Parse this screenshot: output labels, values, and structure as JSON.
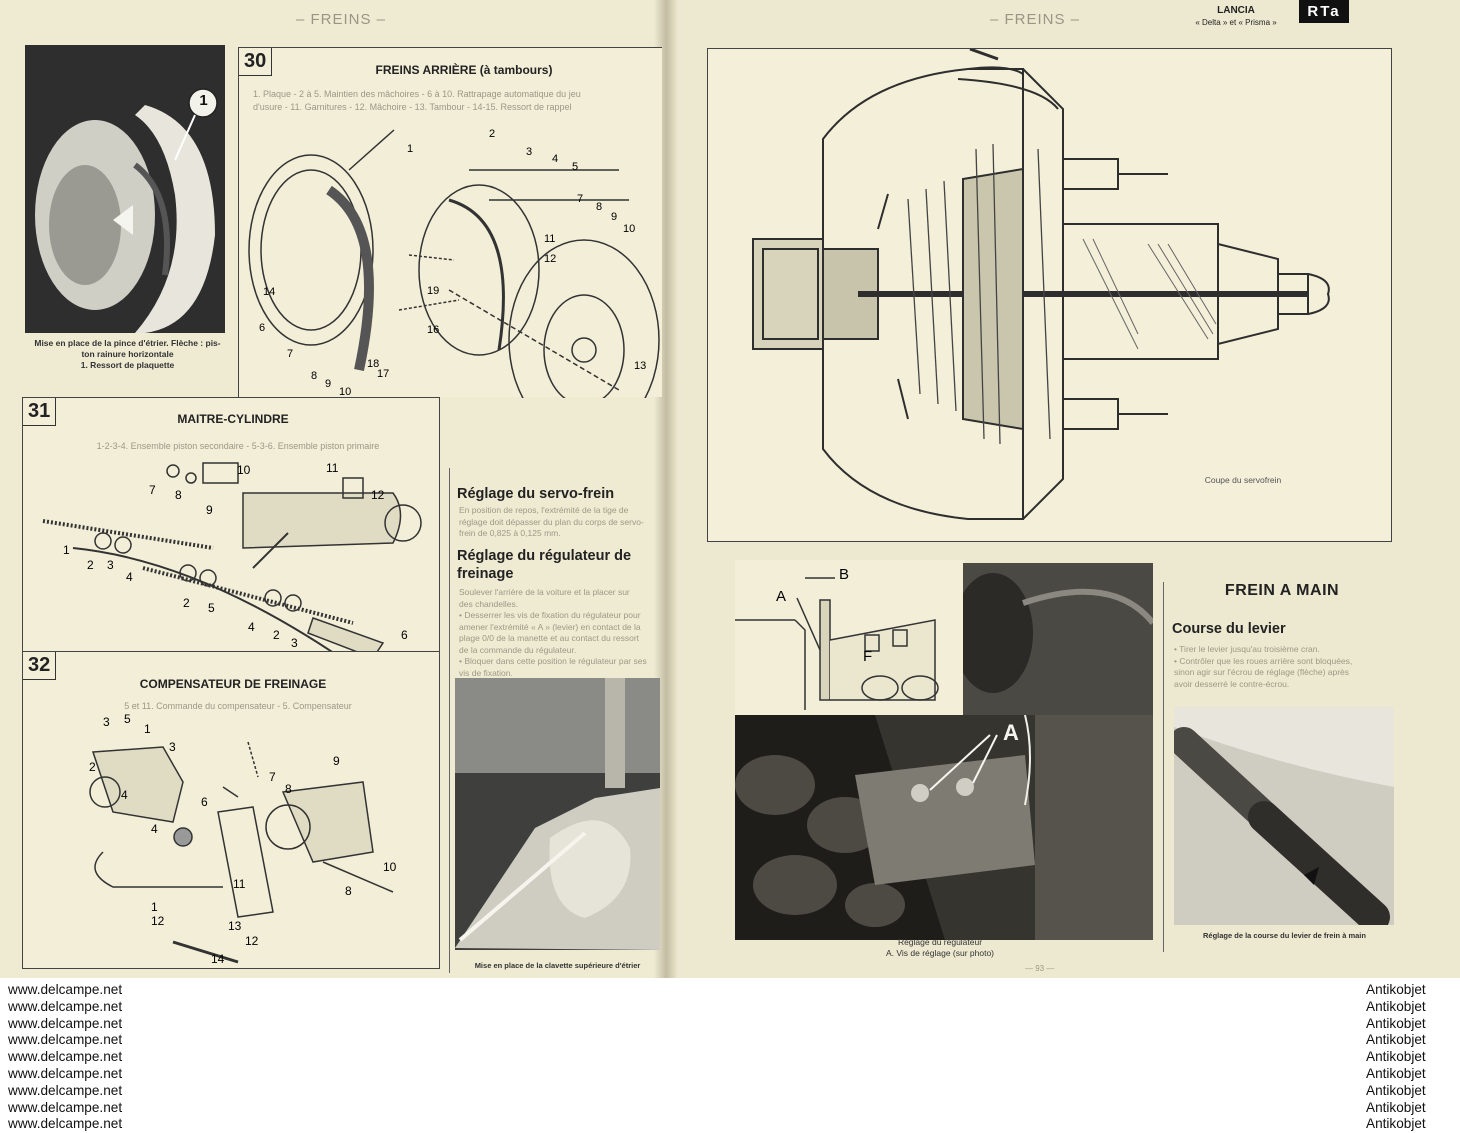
{
  "running_head": {
    "left": "– FREINS –",
    "right": "– FREINS –"
  },
  "brand": {
    "name": "LANCIA",
    "models": "« Delta » et « Prisma »",
    "logo": "RTa"
  },
  "photo_caption_top_left": [
    "Mise en place de la pince d'étrier. Flèche : pis-",
    "ton rainure horizontale",
    "1. Ressort de plaquette"
  ],
  "photo_top_left_label": "1",
  "fig30": {
    "number": "30",
    "title": "FREINS ARRIÈRE (à tambours)",
    "legend": [
      "1. Plaque - 2 à 5. Maintien des mâchoires - 6 à 10. Rattrapage automatique du jeu",
      "d'usure - 11. Garnitures - 12. Mâchoire - 13. Tambour - 14-15. Ressort de rappel"
    ],
    "callouts": [
      "2",
      "3",
      "4",
      "5",
      "1",
      "7",
      "8",
      "9",
      "10",
      "11",
      "12",
      "19",
      "16",
      "14",
      "6",
      "7",
      "8",
      "9",
      "10",
      "18",
      "17",
      "13"
    ]
  },
  "fig31": {
    "number": "31",
    "title": "MAITRE-CYLINDRE",
    "legend": "1-2-3-4. Ensemble piston secondaire - 5-3-6. Ensemble piston primaire",
    "callouts": [
      "7",
      "8",
      "9",
      "10",
      "11",
      "12",
      "1",
      "2",
      "3",
      "4",
      "2",
      "5",
      "4",
      "2",
      "3",
      "6"
    ]
  },
  "fig32": {
    "number": "32",
    "title": "COMPENSATEUR DE FREINAGE",
    "legend": "5 et 11. Commande du compensateur - 5. Compensateur",
    "callouts": [
      "3",
      "5",
      "1",
      "3",
      "2",
      "4",
      "6",
      "4",
      "7",
      "8",
      "9",
      "10",
      "8",
      "11",
      "1",
      "12",
      "13",
      "12",
      "14"
    ]
  },
  "servo_section": {
    "heading": "Réglage du servo-frein",
    "text": [
      "En position de repos, l'extrémité de la tige de",
      "réglage doit dépasser du plan du corps de servo-",
      "frein de 0,825 à 0,125 mm."
    ]
  },
  "regulator_section": {
    "heading": "Réglage du régulateur de freinage",
    "text": [
      "Soulever l'arrière de la voiture et la placer sur",
      "des chandelles.",
      "• Desserrer les vis de fixation du régulateur pour",
      "amener l'extrémité « A » (levier) en contact de la",
      "plage 0/0 de la manette et au contact du ressort",
      "de la commande du régulateur.",
      "• Bloquer dans cette position le régulateur par ses",
      "vis de fixation."
    ]
  },
  "photo_clip_caption": "Mise en place de la clavette supérieure d'étrier",
  "servo_figure_caption": "Coupe du servofrein",
  "regulator_figure": {
    "labels": [
      "A",
      "B",
      "F"
    ],
    "photo_label": "A"
  },
  "regulator_caption": [
    "Réglage du régulateur",
    "A. Vis de réglage (sur photo)"
  ],
  "handbrake": {
    "title": "FREIN A MAIN",
    "subheading": "Course du levier",
    "text": [
      "• Tirer le levier jusqu'au troisième cran.",
      "• Contrôler que les roues arrière sont bloquées,",
      "sinon agir sur l'écrou de réglage (flèche) après",
      "avoir desserré le contre-écrou."
    ],
    "caption": "Réglage de la course du levier de frein à main"
  },
  "page_number": "— 93 —",
  "watermark": {
    "left": [
      "www.delcampe.net",
      "www.delcampe.net",
      "www.delcampe.net",
      "www.delcampe.net",
      "www.delcampe.net",
      "www.delcampe.net",
      "www.delcampe.net",
      "www.delcampe.net",
      "www.delcampe.net"
    ],
    "right": [
      "Antikobjet",
      "Antikobjet",
      "Antikobjet",
      "Antikobjet",
      "Antikobjet",
      "Antikobjet",
      "Antikobjet",
      "Antikobjet",
      "Antikobjet"
    ]
  }
}
